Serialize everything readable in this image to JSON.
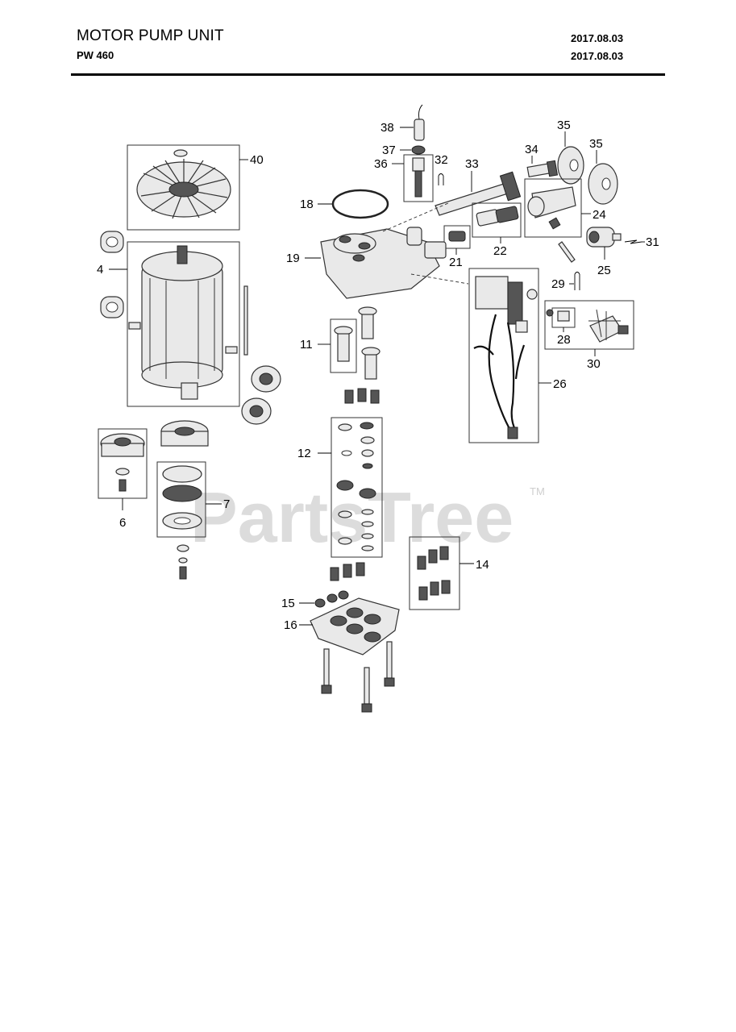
{
  "header": {
    "title": "MOTOR PUMP UNIT",
    "model": "PW 460",
    "date_top": "2017.08.03",
    "date_bottom": "2017.08.03"
  },
  "watermark": {
    "text": "PartsTree",
    "tm": "TM"
  },
  "callouts": {
    "c38": "38",
    "c37": "37",
    "c36": "36",
    "c32": "32",
    "c33": "33",
    "c34": "34",
    "c35a": "35",
    "c35b": "35",
    "c40": "40",
    "c18": "18",
    "c24": "24",
    "c31": "31",
    "c25": "25",
    "c22": "22",
    "c21": "21",
    "c19": "19",
    "c4": "4",
    "c29": "29",
    "c28": "28",
    "c30": "30",
    "c11": "11",
    "c26": "26",
    "c12": "12",
    "c6": "6",
    "c7": "7",
    "c14": "14",
    "c15": "15",
    "c16": "16"
  }
}
